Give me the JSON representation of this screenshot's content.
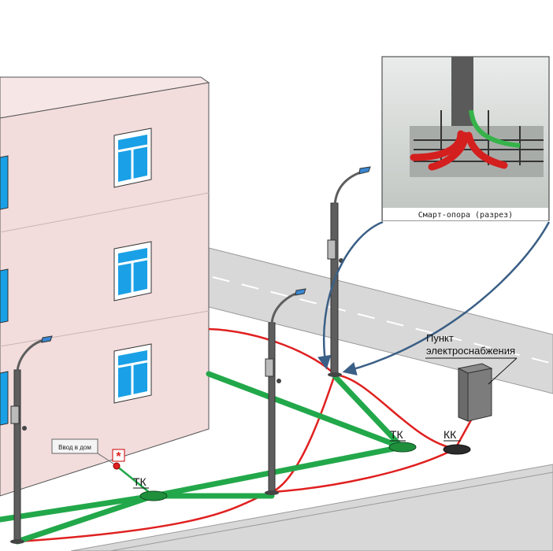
{
  "labels": {
    "inset_caption": "Смарт-опора (разрез)",
    "power_point_line1": "Пункт",
    "power_point_line2": "электроснабжения",
    "house_input": "Ввод в дом",
    "tk_right": "ТК",
    "tk_left": "ТК",
    "kk": "КК",
    "asterisk": "*"
  },
  "colors": {
    "facade": "#f2dcdc",
    "window_glass": "#1aa0e6",
    "road": "#d8d8d8",
    "green_cable": "#22a84a",
    "red_cable": "#e02020",
    "pole": "#606060",
    "arrow": "#3a5f86"
  },
  "icons": [
    "smart-pole-icon",
    "power-cabinet-icon",
    "manhole-icon",
    "arrow-icon"
  ]
}
